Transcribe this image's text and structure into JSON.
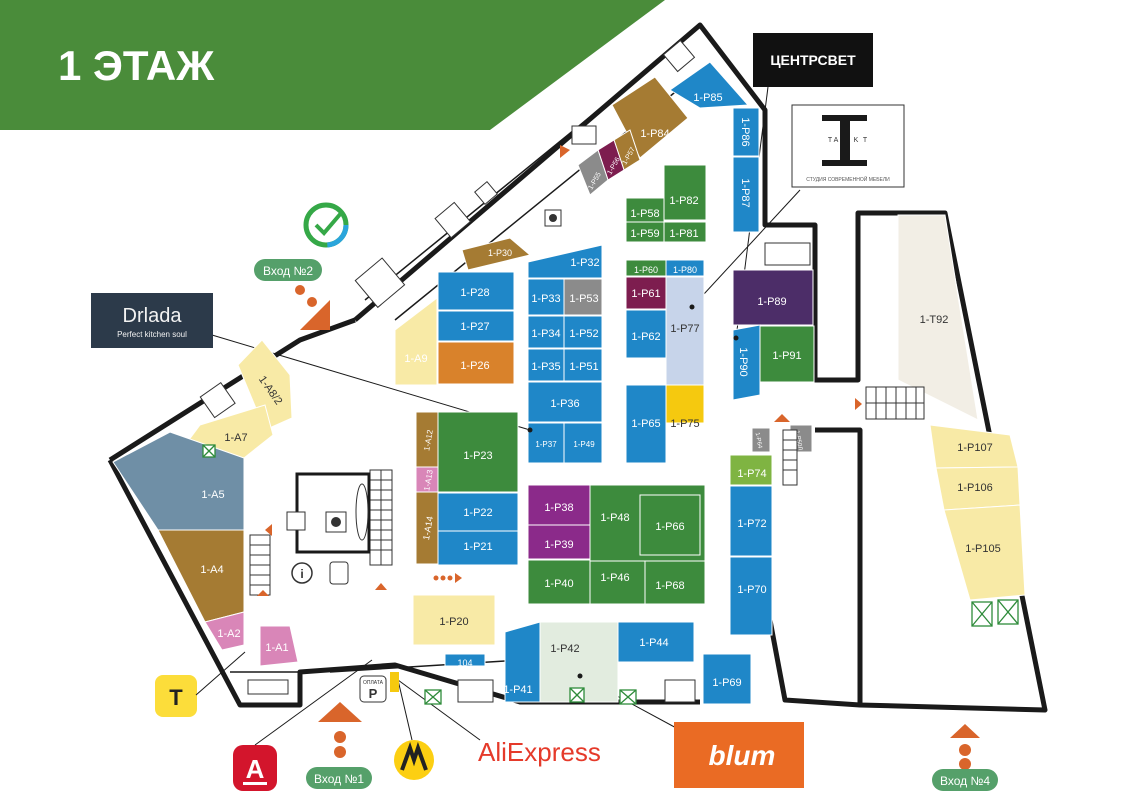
{
  "floor_title": "1 ЭТАЖ",
  "colors": {
    "green_banner": "#4a8c3a",
    "blue": "#1f87c8",
    "green": "#3d8b3d",
    "brown": "#a57b33",
    "yellow": "#f8eaa6",
    "orange": "#d9822b",
    "purple": "#8b2a8a",
    "slate": "#6f8fa6",
    "pink": "#d986b8",
    "gray": "#8b8b8b",
    "lightblue": "#c7d4ea",
    "lightgreen": "#e2ecdf",
    "teal": "#2f7f72",
    "dark_violet": "#4c2d68",
    "lime": "#7fb442",
    "gold": "#f5c90f",
    "dark_red": "#7d1d4f",
    "beige": "#f2eee5"
  },
  "shops": [
    {
      "id": "1-P85",
      "label": "1-P85",
      "color": "blue"
    },
    {
      "id": "1-P84",
      "label": "1-P84",
      "color": "brown"
    },
    {
      "id": "1-P86",
      "label": "1-P86",
      "color": "blue"
    },
    {
      "id": "1-P87",
      "label": "1-P87",
      "color": "blue"
    },
    {
      "id": "1-P57",
      "label": "1-P57",
      "color": "brown"
    },
    {
      "id": "1-P56",
      "label": "1-P56",
      "color": "dark_red"
    },
    {
      "id": "1-P55",
      "label": "1-P55",
      "color": "gray"
    },
    {
      "id": "1-P82",
      "label": "1-P82",
      "color": "green"
    },
    {
      "id": "1-P58",
      "label": "1-P58",
      "color": "green"
    },
    {
      "id": "1-P59",
      "label": "1-P59",
      "color": "green"
    },
    {
      "id": "1-P81",
      "label": "1-P81",
      "color": "green"
    },
    {
      "id": "1-P30",
      "label": "1-P30",
      "color": "brown"
    },
    {
      "id": "1-P28",
      "label": "1-P28",
      "color": "blue"
    },
    {
      "id": "1-P27",
      "label": "1-P27",
      "color": "blue"
    },
    {
      "id": "1-P26",
      "label": "1-P26",
      "color": "orange"
    },
    {
      "id": "1-A9",
      "label": "1-A9",
      "color": "yellow"
    },
    {
      "id": "1-P32",
      "label": "1-P32",
      "color": "blue"
    },
    {
      "id": "1-P33",
      "label": "1-P33",
      "color": "blue"
    },
    {
      "id": "1-P53",
      "label": "1-P53",
      "color": "gray"
    },
    {
      "id": "1-P34",
      "label": "1-P34",
      "color": "blue"
    },
    {
      "id": "1-P52",
      "label": "1-P52",
      "color": "blue"
    },
    {
      "id": "1-P35",
      "label": "1-P35",
      "color": "blue"
    },
    {
      "id": "1-P51",
      "label": "1-P51",
      "color": "blue"
    },
    {
      "id": "1-P36",
      "label": "1-P36",
      "color": "blue"
    },
    {
      "id": "1-P37",
      "label": "1-P37",
      "color": "blue"
    },
    {
      "id": "1-P49",
      "label": "1-P49",
      "color": "blue"
    },
    {
      "id": "1-P60",
      "label": "1-P60",
      "color": "green"
    },
    {
      "id": "1-P80",
      "label": "1-P80",
      "color": "blue"
    },
    {
      "id": "1-P61",
      "label": "1-P61",
      "color": "dark_red"
    },
    {
      "id": "1-P62",
      "label": "1-P62",
      "color": "blue"
    },
    {
      "id": "1-P77",
      "label": "1-P77",
      "color": "lightblue"
    },
    {
      "id": "1-P65",
      "label": "1-P65",
      "color": "blue"
    },
    {
      "id": "1-P75",
      "label": "1-P75",
      "color": "gold"
    },
    {
      "id": "1-P89",
      "label": "1-P89",
      "color": "dark_violet"
    },
    {
      "id": "1-P90",
      "label": "1-P90",
      "color": "blue"
    },
    {
      "id": "1-P91",
      "label": "1-P91",
      "color": "green"
    },
    {
      "id": "1-T92",
      "label": "1-T92",
      "color": "beige"
    },
    {
      "id": "1-A8/2",
      "label": "1-A8/2",
      "color": "yellow"
    },
    {
      "id": "1-A7",
      "label": "1-A7",
      "color": "yellow"
    },
    {
      "id": "1-A5",
      "label": "1-A5",
      "color": "slate"
    },
    {
      "id": "1-A4",
      "label": "1-A4",
      "color": "brown"
    },
    {
      "id": "1-A2",
      "label": "1-A2",
      "color": "pink"
    },
    {
      "id": "1-A1",
      "label": "1-A1",
      "color": "pink"
    },
    {
      "id": "1-A12",
      "label": "1-A12",
      "color": "brown"
    },
    {
      "id": "1-A13",
      "label": "1-A13",
      "color": "pink"
    },
    {
      "id": "1-A14",
      "label": "1-A14",
      "color": "brown"
    },
    {
      "id": "1-P23",
      "label": "1-P23",
      "color": "green"
    },
    {
      "id": "1-P22",
      "label": "1-P22",
      "color": "blue"
    },
    {
      "id": "1-P21",
      "label": "1-P21",
      "color": "blue"
    },
    {
      "id": "1-P20",
      "label": "1-P20",
      "color": "yellow"
    },
    {
      "id": "1-P38",
      "label": "1-P38",
      "color": "purple"
    },
    {
      "id": "1-P39",
      "label": "1-P39",
      "color": "purple"
    },
    {
      "id": "1-P48",
      "label": "1-P48",
      "color": "green"
    },
    {
      "id": "1-P66",
      "label": "1-P66",
      "color": "green"
    },
    {
      "id": "1-P40",
      "label": "1-P40",
      "color": "green"
    },
    {
      "id": "1-P46",
      "label": "1-P46",
      "color": "green"
    },
    {
      "id": "1-P68",
      "label": "1-P68",
      "color": "green"
    },
    {
      "id": "1-P74",
      "label": "1-P74",
      "color": "lime"
    },
    {
      "id": "1-P72",
      "label": "1-P72",
      "color": "blue"
    },
    {
      "id": "1-P70",
      "label": "1-P70",
      "color": "blue"
    },
    {
      "id": "1-P44",
      "label": "1-P44",
      "color": "blue"
    },
    {
      "id": "1-P42",
      "label": "1-P42",
      "color": "lightgreen"
    },
    {
      "id": "1-P41",
      "label": "1-P41",
      "color": "blue"
    },
    {
      "id": "104",
      "label": "104",
      "color": "blue"
    },
    {
      "id": "1-P69",
      "label": "1-P69",
      "color": "blue"
    },
    {
      "id": "1-P107",
      "label": "1-P107",
      "color": "yellow"
    },
    {
      "id": "1-P106",
      "label": "1-P106",
      "color": "yellow"
    },
    {
      "id": "1-P105",
      "label": "1-P105",
      "color": "yellow"
    },
    {
      "id": "1-P64",
      "label": "1-P64",
      "color": "gray"
    },
    {
      "id": "1-P50Л",
      "label": "1-P50Л",
      "color": "gray"
    }
  ],
  "entrances": [
    {
      "id": "entrance-1",
      "label": "Вход №1"
    },
    {
      "id": "entrance-2",
      "label": "Вход №2"
    },
    {
      "id": "entrance-4",
      "label": "Вход №4"
    }
  ],
  "brands": {
    "centrsvet": "ЦЕНТРСВЕТ",
    "drlada_name": "Drlada",
    "drlada_tag": "Perfect kitchen soul",
    "takt_letters": [
      "T",
      "A",
      "K",
      "T"
    ],
    "takt_caption": "СТУДИЯ СОВРЕМЕННОЙ МЕБЕЛИ",
    "aliexpress": "AliExpress",
    "blum": "blum",
    "tinkoff_letter": "T",
    "alfa_letter": "A"
  },
  "parking": {
    "caption": "ОПЛАТА",
    "letter": "P"
  }
}
